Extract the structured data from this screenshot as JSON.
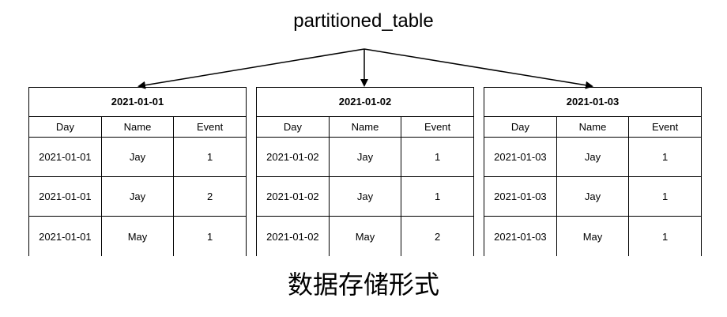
{
  "title": "partitioned_table",
  "columns": [
    "Day",
    "Name",
    "Event"
  ],
  "partitions": [
    {
      "name": "2021-01-01",
      "rows": [
        [
          "2021-01-01",
          "Jay",
          "1"
        ],
        [
          "2021-01-01",
          "Jay",
          "2"
        ],
        [
          "2021-01-01",
          "May",
          "1"
        ]
      ]
    },
    {
      "name": "2021-01-02",
      "rows": [
        [
          "2021-01-02",
          "Jay",
          "1"
        ],
        [
          "2021-01-02",
          "Jay",
          "1"
        ],
        [
          "2021-01-02",
          "May",
          "2"
        ]
      ]
    },
    {
      "name": "2021-01-03",
      "rows": [
        [
          "2021-01-03",
          "Jay",
          "1"
        ],
        [
          "2021-01-03",
          "Jay",
          "1"
        ],
        [
          "2021-01-03",
          "May",
          "1"
        ]
      ]
    }
  ],
  "caption": "数据存储形式"
}
